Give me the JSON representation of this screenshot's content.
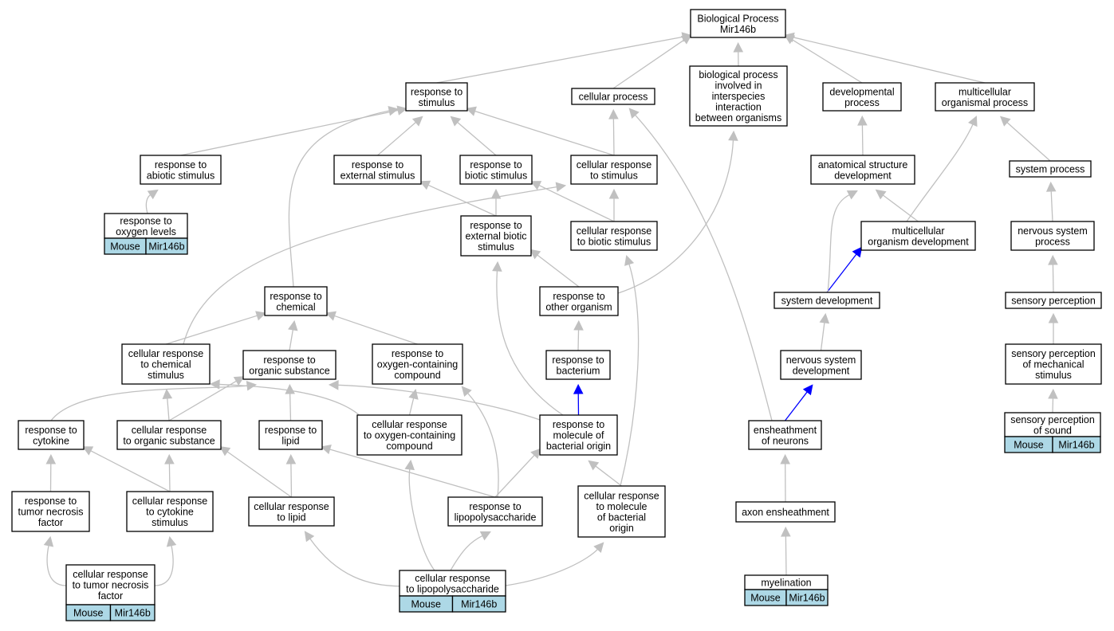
{
  "colors": {
    "edge_gray": "#c0c0c0",
    "edge_blue": "#0000ff",
    "annotation_fill": "#add8e6"
  },
  "nodes": {
    "bp": [
      "Biological Process",
      "Mir146b"
    ],
    "resp_stim": [
      "response to",
      "stimulus"
    ],
    "cell_proc": [
      "cellular process"
    ],
    "bp_inter": [
      "biological process",
      "involved in",
      "interspecies",
      "interaction",
      "between organisms"
    ],
    "dev_proc": [
      "developmental",
      "process"
    ],
    "multi_proc": [
      "multicellular",
      "organismal process"
    ],
    "resp_abiotic": [
      "response to",
      "abiotic stimulus"
    ],
    "resp_ext": [
      "response to",
      "external stimulus"
    ],
    "resp_biotic": [
      "response to",
      "biotic stimulus"
    ],
    "cell_resp_stim": [
      "cellular response",
      "to stimulus"
    ],
    "anat_dev": [
      "anatomical structure",
      "development"
    ],
    "sys_proc": [
      "system process"
    ],
    "resp_oxy": [
      "response to",
      "oxygen levels"
    ],
    "resp_ext_biotic": [
      "response to",
      "external biotic",
      "stimulus"
    ],
    "cell_resp_biotic": [
      "cellular response",
      "to biotic stimulus"
    ],
    "multi_dev": [
      "multicellular",
      "organism development"
    ],
    "nerv_sys_proc": [
      "nervous system",
      "process"
    ],
    "resp_chem": [
      "response to",
      "chemical"
    ],
    "resp_other": [
      "response to",
      "other organism"
    ],
    "sys_dev": [
      "system development"
    ],
    "sens_perc": [
      "sensory perception"
    ],
    "cell_resp_chem": [
      "cellular response",
      "to chemical",
      "stimulus"
    ],
    "resp_org": [
      "response to",
      "organic substance"
    ],
    "resp_oxy_comp": [
      "response to",
      "oxygen-containing",
      "compound"
    ],
    "resp_bact": [
      "response to",
      "bacterium"
    ],
    "nerv_dev": [
      "nervous system",
      "development"
    ],
    "sens_mech": [
      "sensory perception",
      "of mechanical",
      "stimulus"
    ],
    "resp_cyto": [
      "response to",
      "cytokine"
    ],
    "cell_resp_org": [
      "cellular response",
      "to organic substance"
    ],
    "resp_lipid": [
      "response to",
      "lipid"
    ],
    "cell_resp_oxy": [
      "cellular response",
      "to oxygen-containing",
      "compound"
    ],
    "resp_mol_bact": [
      "response to",
      "molecule of",
      "bacterial origin"
    ],
    "ensheath": [
      "ensheathment",
      "of neurons"
    ],
    "sens_sound": [
      "sensory perception",
      "of sound"
    ],
    "resp_tnf": [
      "response to",
      "tumor necrosis",
      "factor"
    ],
    "cell_resp_cyto": [
      "cellular response",
      "to cytokine",
      "stimulus"
    ],
    "cell_resp_lipid": [
      "cellular response",
      "to lipid"
    ],
    "resp_lps": [
      "response to",
      "lipopolysaccharide"
    ],
    "cell_resp_mol_bact": [
      "cellular response",
      "to molecule",
      "of bacterial",
      "origin"
    ],
    "axon_ens": [
      "axon ensheathment"
    ],
    "cell_resp_tnf": [
      "cellular response",
      "to tumor necrosis",
      "factor"
    ],
    "cell_resp_lps": [
      "cellular response",
      "to lipopolysaccharide"
    ],
    "myelin": [
      "myelination"
    ]
  },
  "annotations": {
    "resp_oxy": [
      "Mouse",
      "Mir146b"
    ],
    "sens_sound": [
      "Mouse",
      "Mir146b"
    ],
    "cell_resp_tnf": [
      "Mouse",
      "Mir146b"
    ],
    "cell_resp_lps": [
      "Mouse",
      "Mir146b"
    ],
    "myelin": [
      "Mouse",
      "Mir146b"
    ]
  },
  "edges": [
    {
      "from": "resp_stim",
      "to": "bp"
    },
    {
      "from": "cell_proc",
      "to": "bp"
    },
    {
      "from": "bp_inter",
      "to": "bp"
    },
    {
      "from": "dev_proc",
      "to": "bp"
    },
    {
      "from": "multi_proc",
      "to": "bp"
    },
    {
      "from": "resp_abiotic",
      "to": "resp_stim"
    },
    {
      "from": "resp_ext",
      "to": "resp_stim"
    },
    {
      "from": "resp_biotic",
      "to": "resp_stim"
    },
    {
      "from": "cell_resp_stim",
      "to": "resp_stim"
    },
    {
      "from": "cell_resp_stim",
      "to": "cell_proc"
    },
    {
      "from": "anat_dev",
      "to": "dev_proc"
    },
    {
      "from": "sys_proc",
      "to": "multi_proc"
    },
    {
      "from": "multi_dev",
      "to": "multi_proc"
    },
    {
      "from": "multi_dev",
      "to": "anat_dev"
    },
    {
      "from": "resp_oxy",
      "to": "resp_abiotic"
    },
    {
      "from": "resp_ext_biotic",
      "to": "resp_ext"
    },
    {
      "from": "resp_ext_biotic",
      "to": "resp_biotic"
    },
    {
      "from": "cell_resp_biotic",
      "to": "resp_biotic"
    },
    {
      "from": "cell_resp_biotic",
      "to": "cell_resp_stim"
    },
    {
      "from": "resp_chem",
      "to": "resp_stim"
    },
    {
      "from": "resp_other",
      "to": "resp_ext_biotic"
    },
    {
      "from": "resp_other",
      "to": "bp_inter"
    },
    {
      "from": "sys_dev",
      "to": "multi_dev",
      "color": "blue"
    },
    {
      "from": "sys_dev",
      "to": "anat_dev"
    },
    {
      "from": "nerv_sys_proc",
      "to": "sys_proc"
    },
    {
      "from": "sens_perc",
      "to": "nerv_sys_proc"
    },
    {
      "from": "cell_resp_chem",
      "to": "resp_chem"
    },
    {
      "from": "cell_resp_chem",
      "to": "cell_resp_stim"
    },
    {
      "from": "resp_org",
      "to": "resp_chem"
    },
    {
      "from": "resp_oxy_comp",
      "to": "resp_chem"
    },
    {
      "from": "resp_bact",
      "to": "resp_other"
    },
    {
      "from": "nerv_dev",
      "to": "sys_dev"
    },
    {
      "from": "sens_mech",
      "to": "sens_perc"
    },
    {
      "from": "resp_cyto",
      "to": "resp_org"
    },
    {
      "from": "cell_resp_org",
      "to": "resp_org"
    },
    {
      "from": "cell_resp_org",
      "to": "cell_resp_chem"
    },
    {
      "from": "resp_lipid",
      "to": "resp_org"
    },
    {
      "from": "cell_resp_oxy",
      "to": "resp_oxy_comp"
    },
    {
      "from": "cell_resp_oxy",
      "to": "cell_resp_chem"
    },
    {
      "from": "resp_mol_bact",
      "to": "resp_bact",
      "color": "blue"
    },
    {
      "from": "resp_mol_bact",
      "to": "resp_org"
    },
    {
      "from": "resp_mol_bact",
      "to": "resp_ext_biotic"
    },
    {
      "from": "ensheath",
      "to": "nerv_dev",
      "color": "blue"
    },
    {
      "from": "ensheath",
      "to": "cell_proc"
    },
    {
      "from": "sens_sound",
      "to": "sens_mech"
    },
    {
      "from": "resp_tnf",
      "to": "resp_cyto"
    },
    {
      "from": "cell_resp_cyto",
      "to": "resp_cyto"
    },
    {
      "from": "cell_resp_cyto",
      "to": "cell_resp_org"
    },
    {
      "from": "cell_resp_lipid",
      "to": "resp_lipid"
    },
    {
      "from": "cell_resp_lipid",
      "to": "cell_resp_org"
    },
    {
      "from": "resp_lps",
      "to": "resp_lipid"
    },
    {
      "from": "resp_lps",
      "to": "resp_mol_bact"
    },
    {
      "from": "resp_lps",
      "to": "resp_oxy_comp"
    },
    {
      "from": "cell_resp_mol_bact",
      "to": "resp_mol_bact"
    },
    {
      "from": "cell_resp_mol_bact",
      "to": "cell_resp_biotic"
    },
    {
      "from": "axon_ens",
      "to": "ensheath"
    },
    {
      "from": "cell_resp_tnf",
      "to": "resp_tnf"
    },
    {
      "from": "cell_resp_tnf",
      "to": "cell_resp_cyto"
    },
    {
      "from": "cell_resp_lps",
      "to": "cell_resp_lipid"
    },
    {
      "from": "cell_resp_lps",
      "to": "resp_lps"
    },
    {
      "from": "cell_resp_lps",
      "to": "cell_resp_oxy"
    },
    {
      "from": "cell_resp_lps",
      "to": "cell_resp_mol_bact"
    },
    {
      "from": "myelin",
      "to": "axon_ens"
    }
  ]
}
